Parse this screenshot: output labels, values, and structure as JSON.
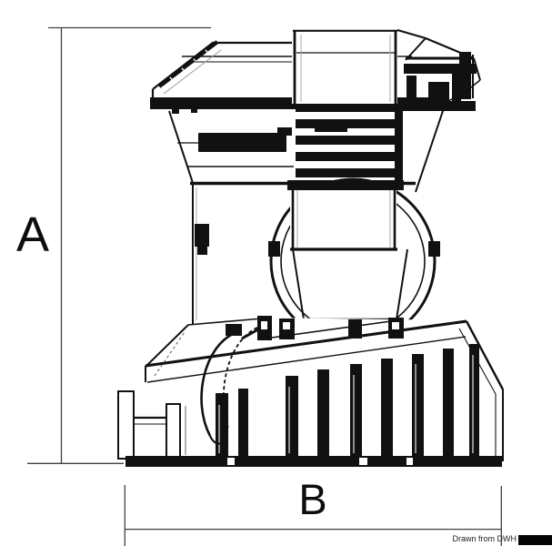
{
  "diagram": {
    "type": "technical-line-drawing",
    "subject": "Bilge pump side elevation",
    "background_color": "#ffffff",
    "stroke_color": "#111111",
    "dimension_line_color": "#404040",
    "dimensions": {
      "vertical_label": "A",
      "horizontal_label": "B"
    },
    "credit_text": "Drawn from DWH"
  }
}
